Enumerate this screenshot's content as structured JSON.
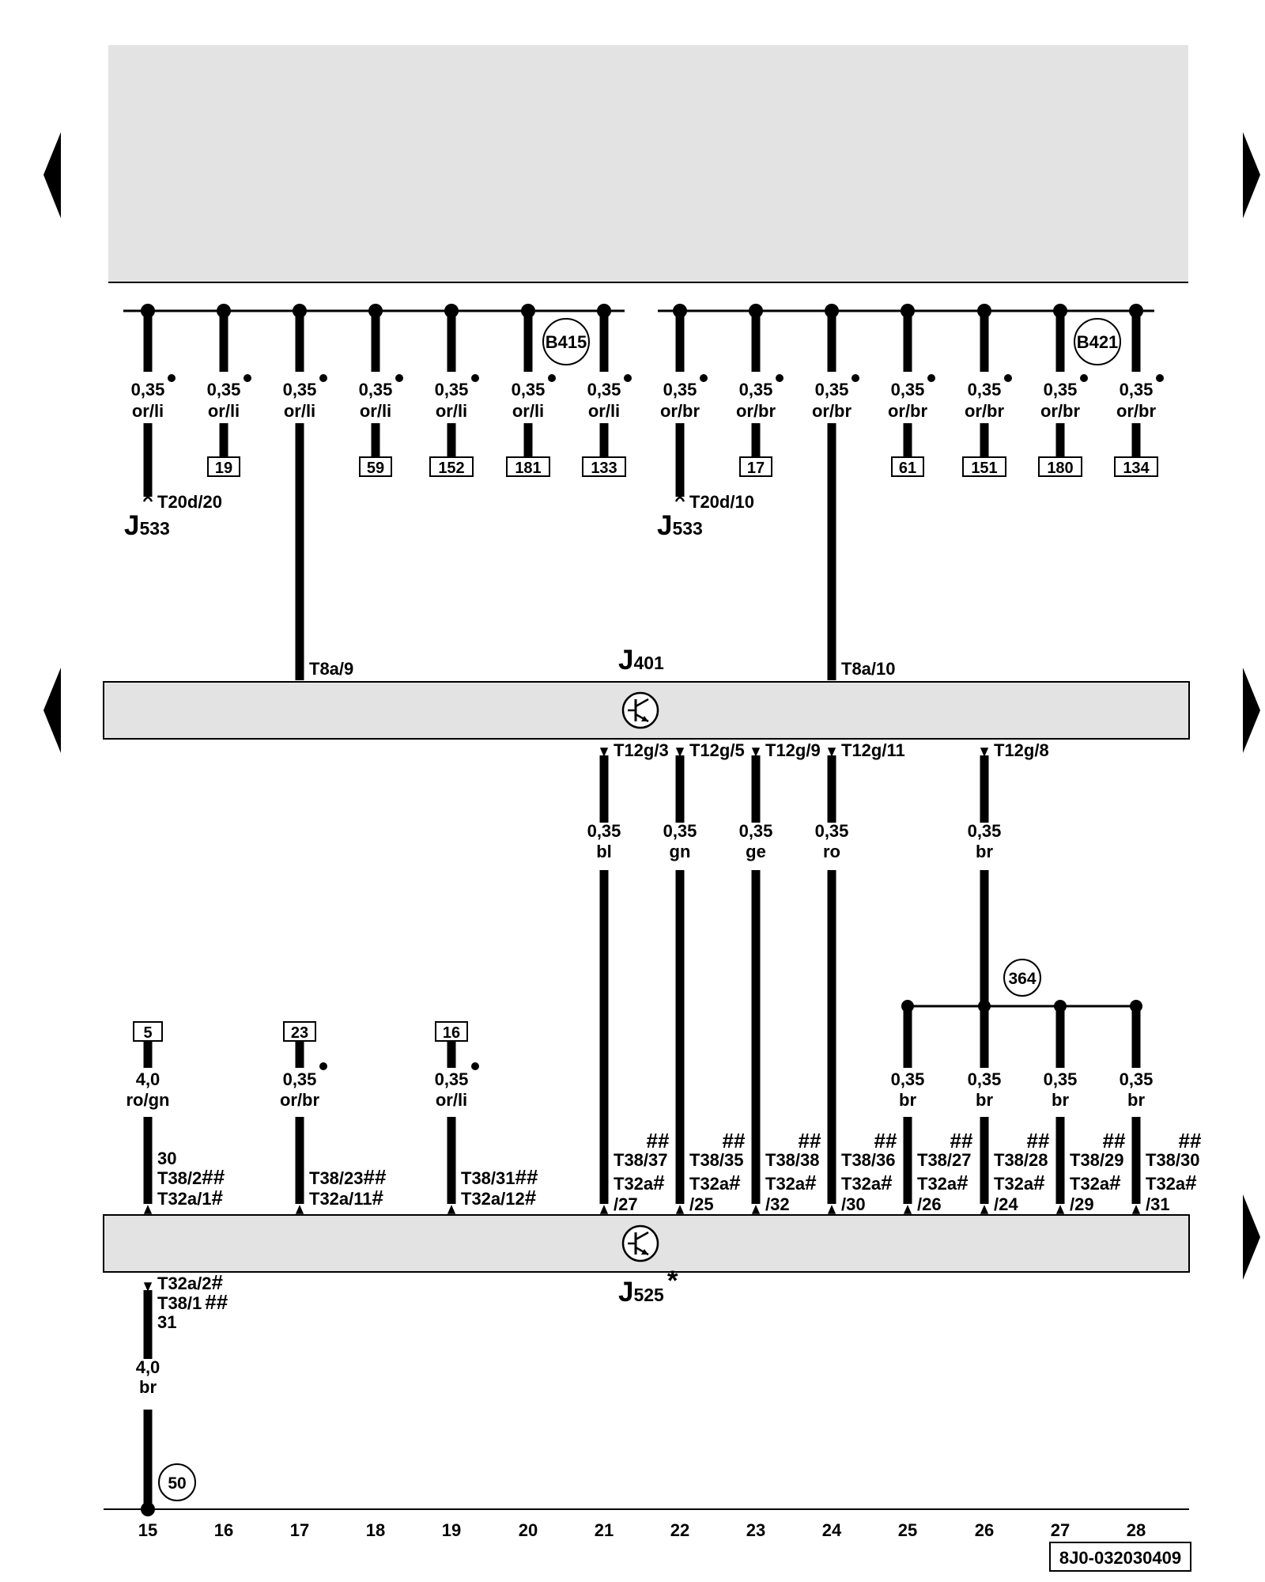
{
  "document_code": "8J0-032030409",
  "components": {
    "top_left": {
      "designator": "J",
      "sub": "533"
    },
    "top_right": {
      "designator": "J",
      "sub": "533"
    },
    "middle": {
      "designator": "J",
      "sub": "401"
    },
    "bottom": {
      "designator": "J",
      "sub": "525",
      "mark": "*"
    }
  },
  "top_wires": [
    {
      "size": "0,35",
      "color": "or/li",
      "ref": "",
      "connector": "T20d/20"
    },
    {
      "size": "0,35",
      "color": "or/li",
      "ref": "19",
      "connector": ""
    },
    {
      "size": "0,35",
      "color": "or/li",
      "ref": "",
      "connector": "T8a/9"
    },
    {
      "size": "0,35",
      "color": "or/li",
      "ref": "59",
      "connector": ""
    },
    {
      "size": "0,35",
      "color": "or/li",
      "ref": "152",
      "connector": ""
    },
    {
      "size": "0,35",
      "color": "or/li",
      "ref": "181",
      "connector": ""
    },
    {
      "size": "0,35",
      "color": "or/li",
      "ref": "133",
      "connector": ""
    },
    {
      "size": "0,35",
      "color": "or/br",
      "ref": "",
      "connector": "T20d/10"
    },
    {
      "size": "0,35",
      "color": "or/br",
      "ref": "17",
      "connector": ""
    },
    {
      "size": "0,35",
      "color": "or/br",
      "ref": "",
      "connector": "T8a/10"
    },
    {
      "size": "0,35",
      "color": "or/br",
      "ref": "61",
      "connector": ""
    },
    {
      "size": "0,35",
      "color": "or/br",
      "ref": "151",
      "connector": ""
    },
    {
      "size": "0,35",
      "color": "or/br",
      "ref": "180",
      "connector": ""
    },
    {
      "size": "0,35",
      "color": "or/br",
      "ref": "134",
      "connector": ""
    }
  ],
  "junctions": {
    "left": "B415",
    "right": "B421",
    "bottom": "364",
    "ground": "50"
  },
  "mid_wires": [
    {
      "pin": "T12g/3",
      "size": "0,35",
      "color": "bl"
    },
    {
      "pin": "T12g/5",
      "size": "0,35",
      "color": "gn"
    },
    {
      "pin": "T12g/9",
      "size": "0,35",
      "color": "ge"
    },
    {
      "pin": "T12g/11",
      "size": "0,35",
      "color": "ro"
    },
    {
      "pin": "T12g/8",
      "size": "0,35",
      "color": "br"
    }
  ],
  "bottom_left_wires": [
    {
      "ref": "5",
      "size": "4,0",
      "color": "ro/gn",
      "pin_top": "30",
      "pin_a": "T38/2",
      "pin_b": "T32a/1"
    },
    {
      "ref": "23",
      "size": "0,35",
      "color": "or/br",
      "pin_a": "T38/23",
      "pin_b": "T32a/11"
    },
    {
      "ref": "16",
      "size": "0,35",
      "color": "or/li",
      "pin_a": "T38/31",
      "pin_b": "T32a/12"
    }
  ],
  "branch_wires": [
    {
      "size": "0,35",
      "color": "br"
    },
    {
      "size": "0,35",
      "color": "br"
    },
    {
      "size": "0,35",
      "color": "br"
    },
    {
      "size": "0,35",
      "color": "br"
    }
  ],
  "j525_pins": [
    {
      "t38": "T38/37",
      "t32a": "T32a",
      "sub": "/27"
    },
    {
      "t38": "T38/35",
      "t32a": "T32a",
      "sub": "/25"
    },
    {
      "t38": "T38/38",
      "t32a": "T32a",
      "sub": "/32"
    },
    {
      "t38": "T38/36",
      "t32a": "T32a",
      "sub": "/30"
    },
    {
      "t38": "T38/27",
      "t32a": "T32a",
      "sub": "/26"
    },
    {
      "t38": "T38/28",
      "t32a": "T32a",
      "sub": "/24"
    },
    {
      "t38": "T38/29",
      "t32a": "T32a",
      "sub": "/29"
    },
    {
      "t38": "T38/30",
      "t32a": "T32a",
      "sub": "/31"
    }
  ],
  "marks": {
    "single": "#",
    "double": "##"
  },
  "ground_wire": {
    "pin_a": "T32a/2",
    "pin_b": "T38/1",
    "pin_c": "31",
    "size": "4,0",
    "color": "br"
  },
  "track_numbers": [
    "15",
    "16",
    "17",
    "18",
    "19",
    "20",
    "21",
    "22",
    "23",
    "24",
    "25",
    "26",
    "27",
    "28"
  ]
}
